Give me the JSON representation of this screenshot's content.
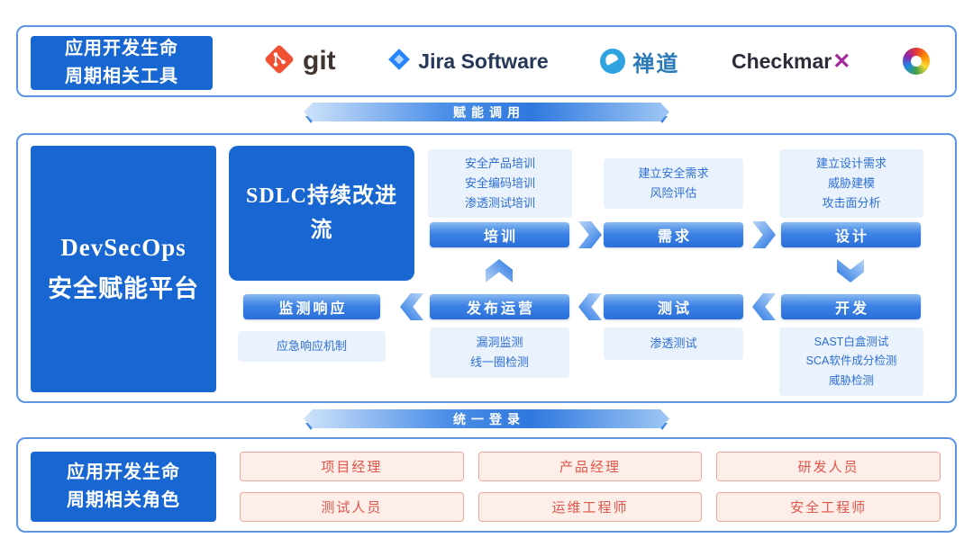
{
  "colors": {
    "primary_blue": "#1766d1",
    "section_border": "#5b95e4",
    "light_box_bg": "#e9f2fd",
    "light_box_text": "#2e6fd4",
    "pink_bg": "#fdeee9",
    "pink_border": "#efa79a",
    "pink_text": "#e0564a"
  },
  "tools_section": {
    "label": {
      "line1": "应用开发生命",
      "line2": "周期相关工具"
    },
    "logos": {
      "git": {
        "text": "git"
      },
      "jira": {
        "text": "Jira Software"
      },
      "zentao": {
        "text": "禅道"
      },
      "checkmarx": {
        "text": "Checkmar",
        "x": "✕"
      },
      "colorwheel": {
        "name": "colorwheel-logo"
      }
    }
  },
  "bands": {
    "top": "赋能调用",
    "bottom": "统一登录"
  },
  "platform": {
    "line1": "DevSecOps",
    "line2": "安全赋能平台"
  },
  "sdlc": {
    "title": "SDLC持续改进流"
  },
  "stages": {
    "training": {
      "label": "培训",
      "notes": [
        "安全产品培训",
        "安全编码培训",
        "渗透测试培训"
      ]
    },
    "requirement": {
      "label": "需求",
      "notes": [
        "建立安全需求",
        "风险评估"
      ]
    },
    "design": {
      "label": "设计",
      "notes": [
        "建立设计需求",
        "威胁建模",
        "攻击面分析"
      ]
    },
    "develop": {
      "label": "开发",
      "notes": [
        "SAST白盒测试",
        "SCA软件成分检测",
        "威胁检测"
      ]
    },
    "test": {
      "label": "测试",
      "notes": [
        "渗透测试"
      ]
    },
    "release": {
      "label": "发布运营",
      "notes": [
        "漏洞监测",
        "线一圈检测"
      ]
    },
    "monitor": {
      "label": "监测响应",
      "notes": [
        "应急响应机制"
      ]
    }
  },
  "roles_section": {
    "label": {
      "line1": "应用开发生命",
      "line2": "周期相关角色"
    },
    "items": [
      "项目经理",
      "产品经理",
      "研发人员",
      "测试人员",
      "运维工程师",
      "安全工程师"
    ]
  }
}
